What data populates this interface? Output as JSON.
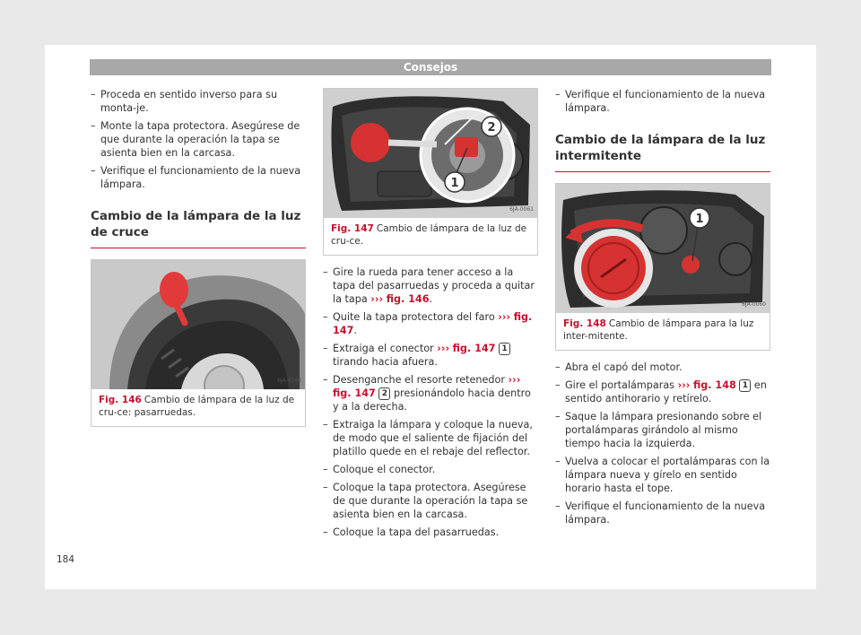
{
  "header": {
    "title": "Consejos"
  },
  "page_number": "184",
  "col1": {
    "items": [
      "Proceda en sentido inverso para su monta-je.",
      "Monte la tapa protectora. Asegúrese de que durante la operación la tapa se asienta bien en la carcasa.",
      "Verifique el funcionamiento de la nueva lámpara."
    ],
    "section_title": "Cambio de la lámpara de la luz de cruce",
    "figure": {
      "ref": "6JA-0146",
      "label": "Fig. 146",
      "caption": "Cambio de lámpara de la luz de cru-ce: pasarruedas."
    }
  },
  "col2": {
    "figure": {
      "ref": "6JA-0061",
      "label": "Fig. 147",
      "caption": "Cambio de lámpara de la luz de cru-ce.",
      "callout_1": "1",
      "callout_2": "2"
    },
    "item1": {
      "text": "Gire la rueda para tener acceso a la tapa del pasarruedas y proceda a quitar la tapa",
      "arrow": "›››",
      "link": "fig. 146",
      "end": "."
    },
    "item2": {
      "text": "Quite la tapa protectora del faro",
      "arrow": "›››",
      "link": "fig. 147",
      "end": "."
    },
    "item3": {
      "text": "Extraiga el conector",
      "arrow": "›››",
      "link": "fig. 147",
      "num": "1",
      "end": "tirando hacia afuera."
    },
    "item4": {
      "text": "Desenganche el resorte retenedor",
      "arrow": "›››",
      "link": "fig. 147",
      "num": "2",
      "end": "presionándolo hacia dentro y a la derecha."
    },
    "item5": "Extraiga la lámpara y coloque la nueva, de modo que el saliente de fijación del platillo quede en el rebaje del reflector.",
    "item6": "Coloque el conector.",
    "item7": "Coloque la tapa protectora. Asegúrese de que durante la operación la tapa se asienta bien en la carcasa.",
    "item8": "Coloque la tapa del pasarruedas."
  },
  "col3": {
    "intro": "Verifique el funcionamiento de la nueva lámpara.",
    "section_title": "Cambio de la lámpara de la luz intermitente",
    "figure": {
      "ref": "6JA-0060",
      "label": "Fig. 148",
      "caption": "Cambio de lámpara para la luz inter-mitente.",
      "callout_1": "1"
    },
    "item1": "Abra el capó del motor.",
    "item2": {
      "text": "Gire el portalámparas",
      "arrow": "›››",
      "link": "fig. 148",
      "num": "1",
      "end": "en sentido antihorario y retírelo."
    },
    "item3": "Saque la lámpara presionando sobre el portalámparas girándolo al mismo tiempo hacia la izquierda.",
    "item4": "Vuelva a colocar el portalámparas con la lámpara nueva y gírelo en sentido horario hasta el tope.",
    "item5": "Verifique el funcionamiento de la nueva lámpara."
  },
  "colors": {
    "accent": "#c8102e",
    "header_bg": "#a8a8a8",
    "page_bg": "#e9e9e9"
  }
}
